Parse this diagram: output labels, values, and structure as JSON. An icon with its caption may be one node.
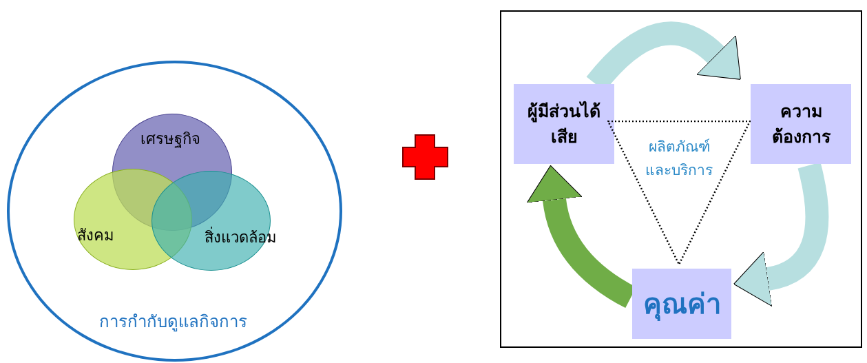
{
  "diagram": {
    "nodes": [
      {
        "text": [
          "การกำกับดูแลกิจการ"
        ]
      },
      {
        "text": [
          "เศรษฐกิจ"
        ],
        "in": 0
      },
      {
        "text": [
          "สังคม"
        ],
        "in": 0
      },
      {
        "text": [
          "สิ่งแวดล้อม"
        ],
        "in": 0
      },
      {
        "text": [],
        "shape": "box"
      },
      {
        "text": [
          "ผู้มีส่วนได้เสีย"
        ],
        "in": 4
      },
      {
        "text": [
          "ความต้องการ"
        ],
        "in": 4
      },
      {
        "text": [
          "คุณค่า"
        ],
        "in": 4
      },
      {
        "text": [
          "ผลิตภัณฑ์และบริการ"
        ],
        "in": 4
      }
    ],
    "edges": [
      {
        "from": 5,
        "to": 6,
        "arrow": "to"
      },
      {
        "from": 6,
        "to": 7,
        "arrow": "to"
      },
      {
        "from": 7,
        "to": 5,
        "arrow": "to",
        "color": "#70ad47"
      }
    ]
  }
}
